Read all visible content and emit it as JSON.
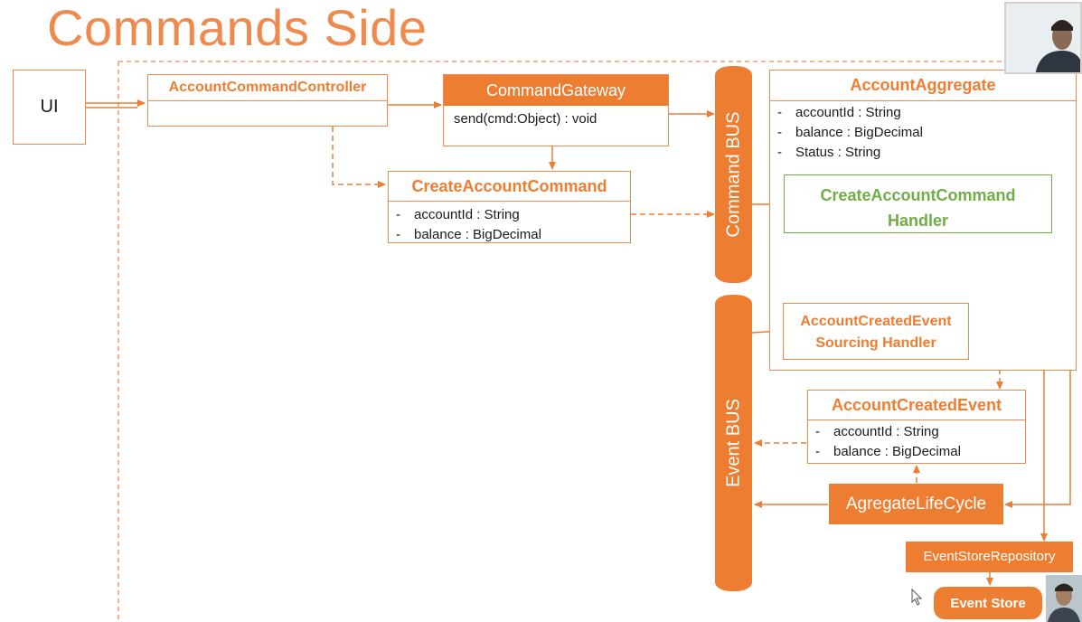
{
  "slide": {
    "title": "Commands Side"
  },
  "ui_box": {
    "label": "UI"
  },
  "controller": {
    "title": "AccountCommandController"
  },
  "gateway": {
    "title": "CommandGateway",
    "method": "send(cmd:Object) : void"
  },
  "create_command": {
    "title": "CreateAccountCommand",
    "attributes": [
      {
        "name": "accountId",
        "type": ": String"
      },
      {
        "name": "balance",
        "type": ": BigDecimal"
      }
    ]
  },
  "command_bus": {
    "label": "Command BUS"
  },
  "event_bus": {
    "label": "Event BUS"
  },
  "aggregate": {
    "title": "AccountAggregate",
    "attributes": [
      {
        "name": "accountId",
        "type": ": String"
      },
      {
        "name": "balance",
        "type": ": BigDecimal"
      },
      {
        "name": "Status",
        "type": ": String"
      }
    ]
  },
  "command_handler": {
    "line1": "CreateAccountCommand",
    "line2": "Handler"
  },
  "sourcing_handler": {
    "line1": "AccountCreatedEvent",
    "line2": "Sourcing Handler"
  },
  "created_event": {
    "title": "AccountCreatedEvent",
    "attributes": [
      {
        "name": "accountId",
        "type": ": String"
      },
      {
        "name": "balance",
        "type": ": BigDecimal"
      }
    ]
  },
  "lifecycle": {
    "label": "AgregateLifeCycle"
  },
  "repository": {
    "label": "EventStoreRepository"
  },
  "event_store": {
    "label": "Event Store"
  },
  "attr_dash": "-",
  "colors": {
    "accent": "#ed7d31",
    "green": "#70ad47",
    "title": "#ef8a4f"
  }
}
